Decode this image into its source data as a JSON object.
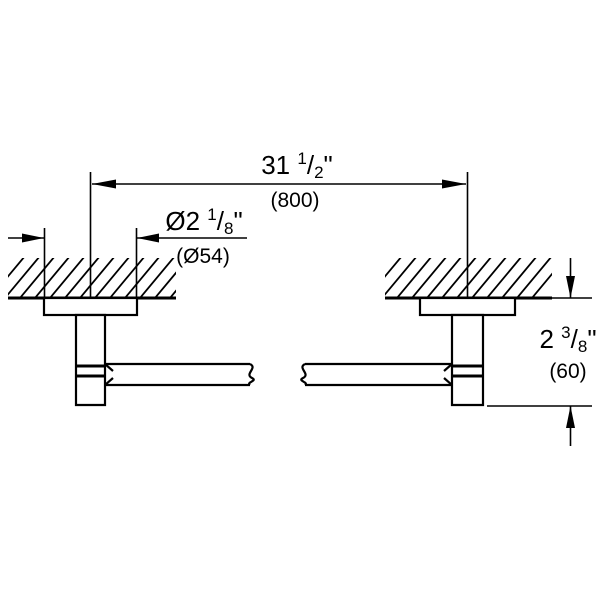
{
  "drawing": {
    "title": "Towel bar mounting technical drawing",
    "background_color": "#ffffff",
    "line_color": "#000000",
    "dimensions": {
      "overall_length": {
        "imperial_whole": "31",
        "imperial_frac_num": "1",
        "imperial_frac_den": "2",
        "imperial_unit": "\"",
        "metric": "(800)",
        "label_full": "31 1/2\" (800)"
      },
      "flange_diameter": {
        "symbol": "Ø",
        "imperial_whole": "2",
        "imperial_frac_num": "1",
        "imperial_frac_den": "8",
        "imperial_unit": "\"",
        "metric": "(Ø54)",
        "label_full": "Ø2 1/8\" (Ø54)"
      },
      "projection_depth": {
        "imperial_whole": "2",
        "imperial_frac_num": "3",
        "imperial_frac_den": "8",
        "imperial_unit": "\"",
        "metric": "(60)",
        "label_full": "2 3/8\" (60)"
      }
    },
    "features": {
      "wall_label": "wall-section-hatching",
      "left_mount_label": "left-wall-mount",
      "right_mount_label": "right-wall-mount",
      "bar_label": "towel-bar",
      "break_label": "bar-break-symbol"
    }
  }
}
